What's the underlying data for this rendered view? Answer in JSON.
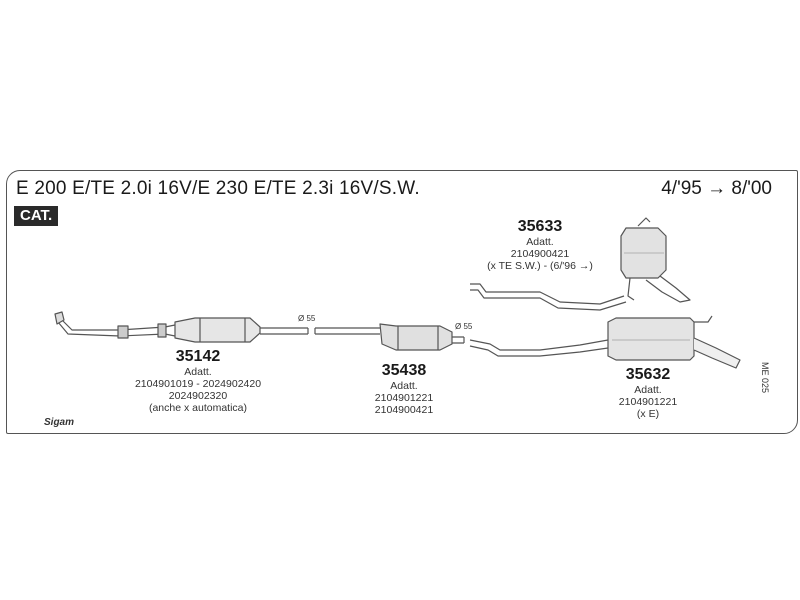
{
  "header": {
    "title": "E 200 E/TE 2.0i 16V/E 230 E/TE 2.3i 16V/S.W.",
    "dates": "4/'95 → 8/'00",
    "badge": "CAT."
  },
  "parts": [
    {
      "number": "35142",
      "lines": [
        "Adatt.",
        "2104901019 - 2024902420",
        "2024902320",
        "(anche x automatica)"
      ]
    },
    {
      "number": "35438",
      "lines": [
        "Adatt.",
        "2104901221",
        "2104900421"
      ]
    },
    {
      "number": "35633",
      "lines": [
        "Adatt.",
        "2104900421",
        "(x TE S.W.) - (6/'96 →)"
      ]
    },
    {
      "number": "35632",
      "lines": [
        "Adatt.",
        "2104901221",
        "(x E)"
      ]
    }
  ],
  "diameters": {
    "first": "Ø 55",
    "second": "Ø 55"
  },
  "diagram_code": "ME 025",
  "brand_logo": "Sigam"
}
